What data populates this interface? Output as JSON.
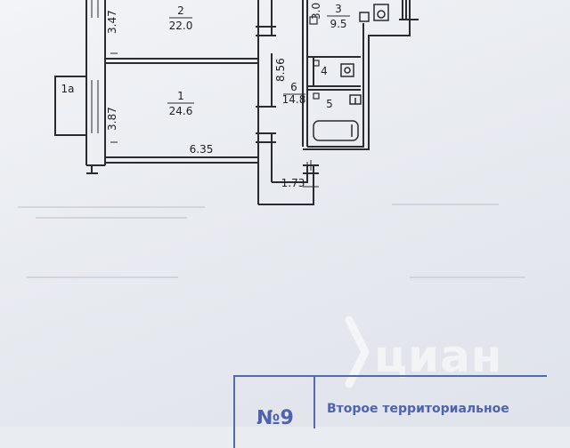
{
  "rooms": [
    {
      "id": "2",
      "area": "22.0"
    },
    {
      "id": "1",
      "area": "24.6"
    },
    {
      "id": "3",
      "area": "9.5"
    },
    {
      "id": "6",
      "area": "14.8"
    },
    {
      "id": "4",
      "area": ""
    },
    {
      "id": "5",
      "area": ""
    },
    {
      "id": "1а",
      "area": ""
    }
  ],
  "dimensions": [
    "3.47",
    "3.87",
    "8.56",
    "6.35",
    "1.73",
    "3.0"
  ],
  "watermark": "циан",
  "stamp": {
    "number": "№9",
    "text": "Второе территориальное"
  },
  "colors": {
    "lines": "#2a2b30",
    "stamp": "#4f63ad"
  }
}
